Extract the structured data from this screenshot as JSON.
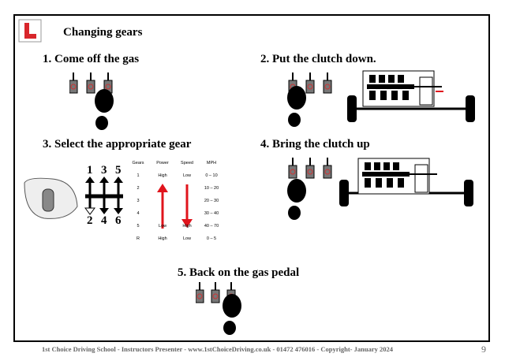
{
  "slide": {
    "title": "Changing gears",
    "steps": [
      {
        "label": "1. Come off the gas"
      },
      {
        "label": "2. Put the clutch down."
      },
      {
        "label": "3. Select the appropriate gear"
      },
      {
        "label": "4. Bring the clutch up"
      },
      {
        "label": "5. Back on the gas pedal"
      }
    ],
    "gear_pattern": {
      "top": [
        "1",
        "3",
        "5"
      ],
      "bottom": [
        "2",
        "4",
        "6"
      ]
    },
    "gear_table": {
      "headers": [
        "Gears",
        "Power",
        "Speed",
        "MPH"
      ],
      "rows": [
        [
          "1",
          "High",
          "Low",
          "0 – 10"
        ],
        [
          "2",
          "",
          "",
          "10 – 20"
        ],
        [
          "3",
          "",
          "",
          "20 – 30"
        ],
        [
          "4",
          "",
          "",
          "30 – 40"
        ],
        [
          "5",
          "Low",
          "High",
          "40 – 70"
        ],
        [
          "R",
          "High",
          "Low",
          "0 – 5"
        ]
      ]
    },
    "colors": {
      "learner_red": "#d8262b",
      "arrow_red": "#e0141c"
    }
  },
  "footer": {
    "text": "1st Choice Driving School - Instructors Presenter - www.1stChoiceDriving.co.uk - 01472 476016 - Copyright- January 2024",
    "page": "9"
  }
}
